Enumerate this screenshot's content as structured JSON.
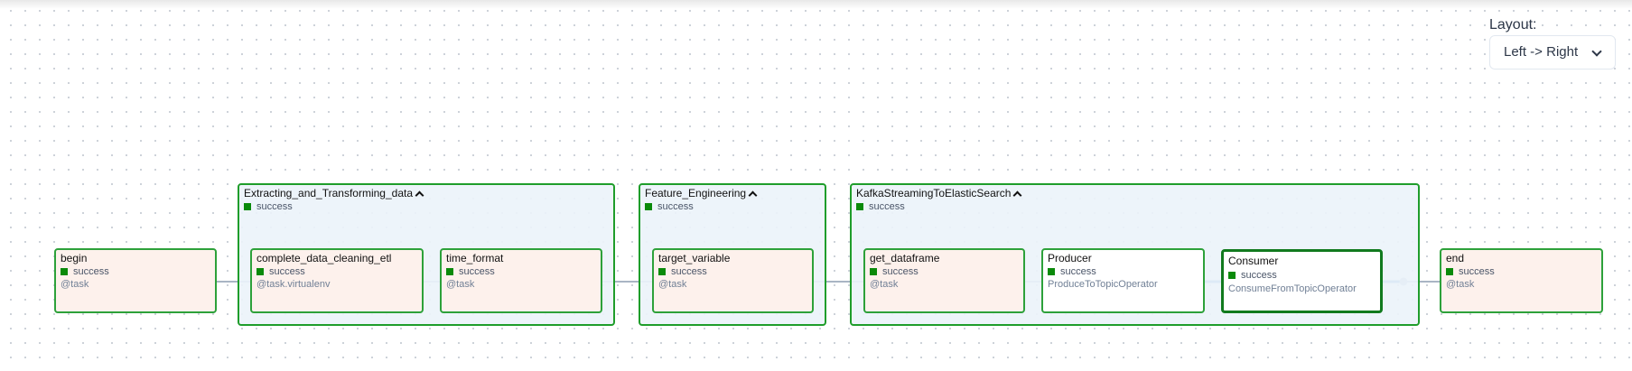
{
  "layout": {
    "label": "Layout:",
    "selected": "Left -> Right"
  },
  "groups": [
    {
      "title": "Extracting_and_Transforming_data",
      "status": "success"
    },
    {
      "title": "Feature_Engineering",
      "status": "success"
    },
    {
      "title": "KafkaStreamingToElasticSearch",
      "status": "success"
    }
  ],
  "nodes": [
    {
      "title": "begin",
      "status": "success",
      "type": "@task"
    },
    {
      "title": "complete_data_cleaning_etl",
      "status": "success",
      "type": "@task.virtualenv"
    },
    {
      "title": "time_format",
      "status": "success",
      "type": "@task"
    },
    {
      "title": "target_variable",
      "status": "success",
      "type": "@task"
    },
    {
      "title": "get_dataframe",
      "status": "success",
      "type": "@task"
    },
    {
      "title": "Producer",
      "status": "success",
      "type": "ProduceToTopicOperator"
    },
    {
      "title": "Consumer",
      "status": "success",
      "type": "ConsumeFromTopicOperator"
    },
    {
      "title": "end",
      "status": "success",
      "type": "@task"
    }
  ],
  "colors": {
    "success": "#0a8a0a",
    "node_border": "#2da13a",
    "group_border": "#1f9d2b",
    "edge": "#a9b5c4",
    "highlight_edge": "#3182ce"
  }
}
